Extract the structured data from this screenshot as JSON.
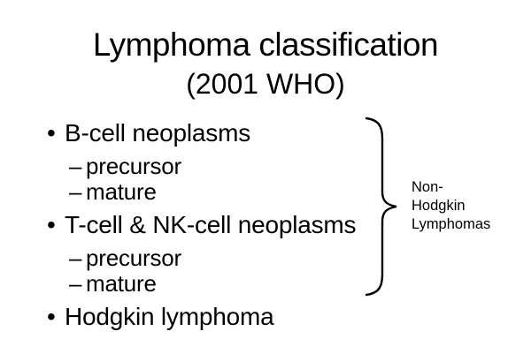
{
  "slide": {
    "title": "Lymphoma classification",
    "subtitle": "(2001 WHO)",
    "bullets": [
      {
        "level": 1,
        "marker": "•",
        "text": "B-cell neoplasms"
      },
      {
        "level": 2,
        "marker": "–",
        "text": "precursor"
      },
      {
        "level": 2,
        "marker": "–",
        "text": "mature"
      },
      {
        "level": 1,
        "marker": "•",
        "text": "T-cell & NK-cell neoplasms"
      },
      {
        "level": 2,
        "marker": "–",
        "text": "precursor"
      },
      {
        "level": 2,
        "marker": "–",
        "text": "mature"
      },
      {
        "level": 1,
        "marker": "•",
        "text": "Hodgkin lymphoma"
      }
    ],
    "brace_label": "Non-\nHodgkin\nLymphomas",
    "colors": {
      "text": "#000000",
      "background": "#ffffff"
    }
  }
}
